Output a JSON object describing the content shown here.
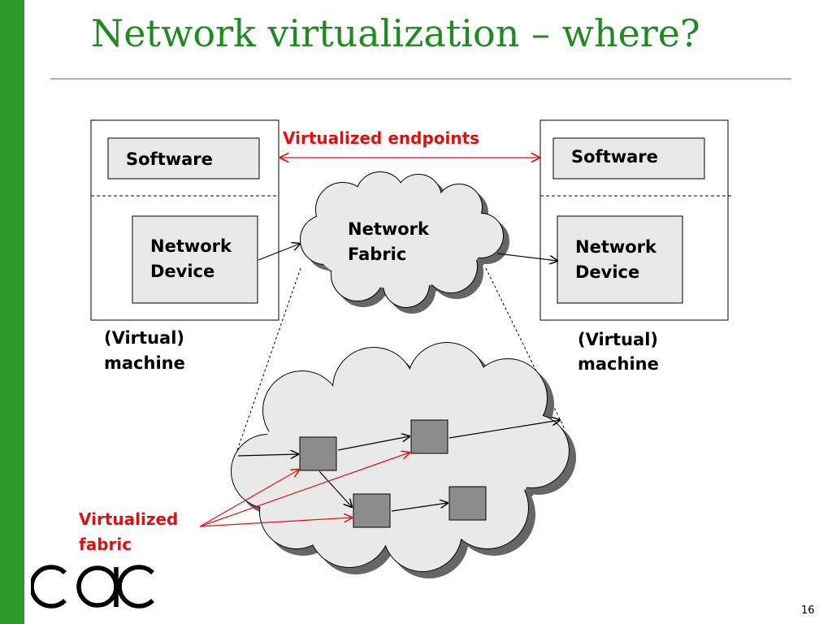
{
  "slide": {
    "title": "Network virtualization – where?",
    "page_number": "16",
    "accent_color": "#2e9a2e",
    "logo_text": "cac"
  },
  "diagram": {
    "left_machine": {
      "software": "Software",
      "device_line1": "Network",
      "device_line2": "Device",
      "caption_line1": "(Virtual)",
      "caption_line2": "machine"
    },
    "right_machine": {
      "software": "Software",
      "device_line1": "Network",
      "device_line2": "Device",
      "caption_line1": "(Virtual)",
      "caption_line2": "machine"
    },
    "endpoints_label": "Virtualized endpoints",
    "fabric_line1": "Network",
    "fabric_line2": "Fabric",
    "virt_fabric_line1": "Virtualized",
    "virt_fabric_line2": "fabric",
    "highlight_color": "#e01010"
  }
}
